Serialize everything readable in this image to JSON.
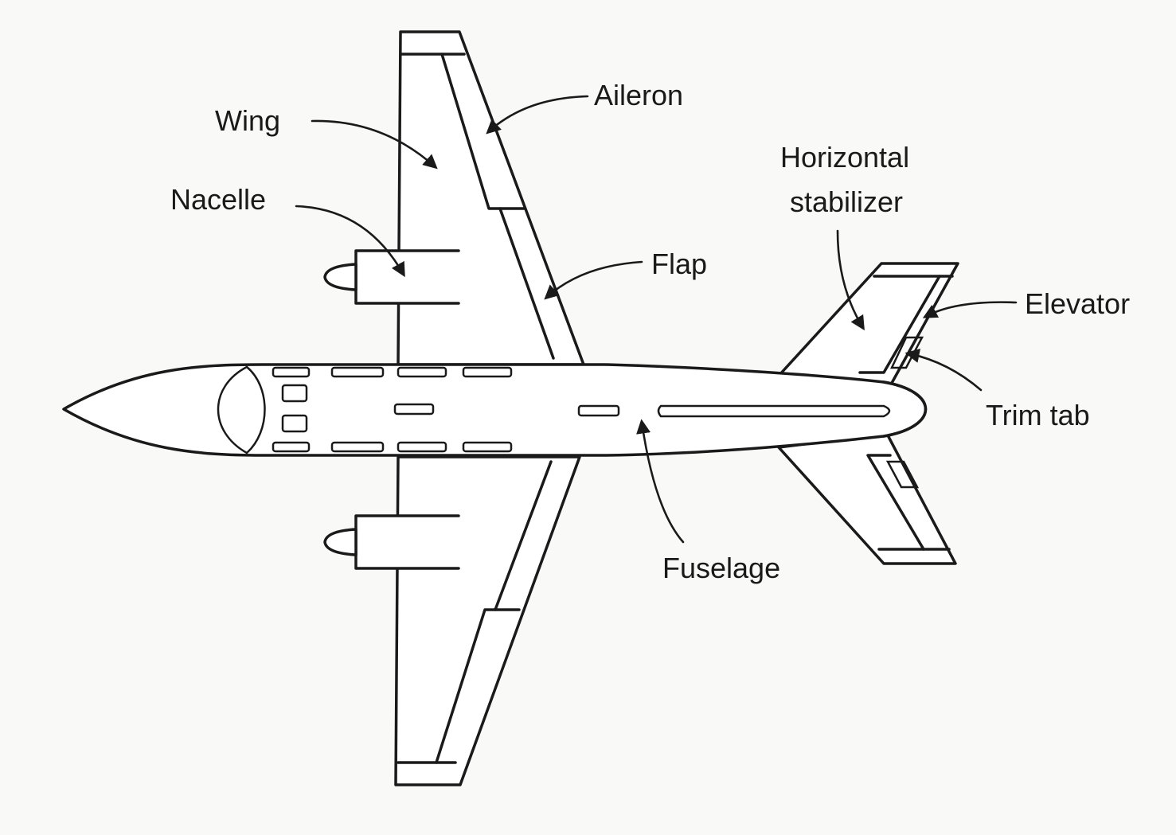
{
  "labels": {
    "wing": "Wing",
    "aileron": "Aileron",
    "nacelle": "Nacelle",
    "flap": "Flap",
    "horizontal_stabilizer_line1": "Horizontal",
    "horizontal_stabilizer_line2": "stabilizer",
    "elevator": "Elevator",
    "trim_tab": "Trim tab",
    "fuselage": "Fuselage"
  },
  "colors": {
    "ink": "#1a1a1a",
    "paper": "#f9f9f7"
  }
}
